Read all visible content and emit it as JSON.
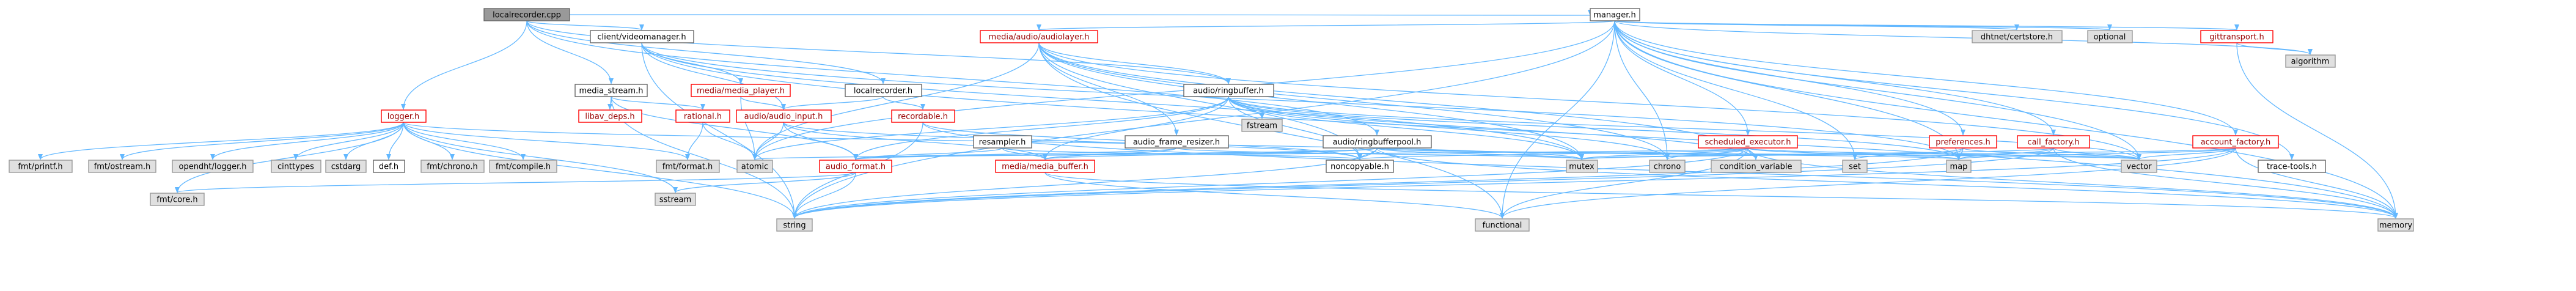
{
  "colors": {
    "root_fill": "#999999",
    "root_stroke": "#666666",
    "local_fill": "#ffffff",
    "local_stroke": "#ff0000",
    "plain_fill": "#ffffff",
    "plain_stroke": "#666666",
    "system_fill": "#e0e0e0",
    "system_stroke": "#999999",
    "edge": "#63b8ff",
    "text_main": "#000000",
    "text_local": "#990000"
  },
  "nodes": [
    {
      "id": "localrecorder_cpp",
      "label": "localrecorder.cpp",
      "kind": "root"
    },
    {
      "id": "manager_h",
      "label": "manager.h",
      "kind": "plain"
    },
    {
      "id": "media_audio_audiolayer_h",
      "label": "media/audio/audiolayer.h",
      "kind": "local"
    },
    {
      "id": "client_videomanager_h",
      "label": "client/videomanager.h",
      "kind": "plain"
    },
    {
      "id": "dhtnet_certstore_h",
      "label": "dhtnet/certstore.h",
      "kind": "system"
    },
    {
      "id": "optional",
      "label": "optional",
      "kind": "system"
    },
    {
      "id": "gittransport_h",
      "label": "gittransport.h",
      "kind": "local"
    },
    {
      "id": "algorithm",
      "label": "algorithm",
      "kind": "system"
    },
    {
      "id": "media_stream_h",
      "label": "media_stream.h",
      "kind": "plain"
    },
    {
      "id": "media_media_player_h",
      "label": "media/media_player.h",
      "kind": "local"
    },
    {
      "id": "localrecorder_h",
      "label": "localrecorder.h",
      "kind": "plain"
    },
    {
      "id": "audio_ringbuffer_h",
      "label": "audio/ringbuffer.h",
      "kind": "plain"
    },
    {
      "id": "logger_h",
      "label": "logger.h",
      "kind": "local"
    },
    {
      "id": "libav_deps_h",
      "label": "libav_deps.h",
      "kind": "local"
    },
    {
      "id": "rational_h",
      "label": "rational.h",
      "kind": "local"
    },
    {
      "id": "audio_audio_input_h",
      "label": "audio/audio_input.h",
      "kind": "local"
    },
    {
      "id": "recordable_h",
      "label": "recordable.h",
      "kind": "local"
    },
    {
      "id": "resampler_h",
      "label": "resampler.h",
      "kind": "plain"
    },
    {
      "id": "audio_frame_resizer_h",
      "label": "audio_frame_resizer.h",
      "kind": "plain"
    },
    {
      "id": "fstream",
      "label": "fstream",
      "kind": "system"
    },
    {
      "id": "audio_ringbufferpool_h",
      "label": "audio/ringbufferpool.h",
      "kind": "plain"
    },
    {
      "id": "scheduled_executor_h",
      "label": "scheduled_executor.h",
      "kind": "local"
    },
    {
      "id": "preferences_h",
      "label": "preferences.h",
      "kind": "local"
    },
    {
      "id": "call_factory_h",
      "label": "call_factory.h",
      "kind": "local"
    },
    {
      "id": "account_factory_h",
      "label": "account_factory.h",
      "kind": "local"
    },
    {
      "id": "fmt_printf_h",
      "label": "fmt/printf.h",
      "kind": "system"
    },
    {
      "id": "fmt_ostream_h",
      "label": "fmt/ostream.h",
      "kind": "system"
    },
    {
      "id": "opendht_logger_h",
      "label": "opendht/logger.h",
      "kind": "system"
    },
    {
      "id": "cinttypes",
      "label": "cinttypes",
      "kind": "system"
    },
    {
      "id": "cstdarg",
      "label": "cstdarg",
      "kind": "system"
    },
    {
      "id": "def_h",
      "label": "def.h",
      "kind": "plain"
    },
    {
      "id": "fmt_chrono_h",
      "label": "fmt/chrono.h",
      "kind": "system"
    },
    {
      "id": "fmt_compile_h",
      "label": "fmt/compile.h",
      "kind": "system"
    },
    {
      "id": "fmt_format_h",
      "label": "fmt/format.h",
      "kind": "system"
    },
    {
      "id": "atomic",
      "label": "atomic",
      "kind": "system"
    },
    {
      "id": "audio_format_h",
      "label": "audio_format.h",
      "kind": "local"
    },
    {
      "id": "media_media_buffer_h",
      "label": "media/media_buffer.h",
      "kind": "local"
    },
    {
      "id": "noncopyable_h",
      "label": "noncopyable.h",
      "kind": "plain"
    },
    {
      "id": "mutex",
      "label": "mutex",
      "kind": "system"
    },
    {
      "id": "chrono",
      "label": "chrono",
      "kind": "system"
    },
    {
      "id": "condition_variable",
      "label": "condition_variable",
      "kind": "system"
    },
    {
      "id": "set",
      "label": "set",
      "kind": "system"
    },
    {
      "id": "map",
      "label": "map",
      "kind": "system"
    },
    {
      "id": "vector",
      "label": "vector",
      "kind": "system"
    },
    {
      "id": "trace_tools_h",
      "label": "trace-tools.h",
      "kind": "plain"
    },
    {
      "id": "fmt_core_h",
      "label": "fmt/core.h",
      "kind": "system"
    },
    {
      "id": "sstream",
      "label": "sstream",
      "kind": "system"
    },
    {
      "id": "string",
      "label": "string",
      "kind": "system"
    },
    {
      "id": "functional",
      "label": "functional",
      "kind": "system"
    },
    {
      "id": "memory",
      "label": "memory",
      "kind": "system"
    }
  ],
  "edges": [
    [
      "localrecorder_cpp",
      "manager_h"
    ],
    [
      "localrecorder_cpp",
      "client_videomanager_h"
    ],
    [
      "localrecorder_cpp",
      "media_stream_h"
    ],
    [
      "localrecorder_cpp",
      "localrecorder_h"
    ],
    [
      "localrecorder_cpp",
      "audio_ringbuffer_h"
    ],
    [
      "localrecorder_cpp",
      "audio_ringbufferpool_h"
    ],
    [
      "localrecorder_cpp",
      "logger_h"
    ],
    [
      "manager_h",
      "media_audio_audiolayer_h"
    ],
    [
      "manager_h",
      "dhtnet_certstore_h"
    ],
    [
      "manager_h",
      "optional"
    ],
    [
      "manager_h",
      "gittransport_h"
    ],
    [
      "manager_h",
      "algorithm"
    ],
    [
      "manager_h",
      "scheduled_executor_h"
    ],
    [
      "manager_h",
      "preferences_h"
    ],
    [
      "manager_h",
      "call_factory_h"
    ],
    [
      "manager_h",
      "account_factory_h"
    ],
    [
      "manager_h",
      "trace_tools_h"
    ],
    [
      "manager_h",
      "atomic"
    ],
    [
      "manager_h",
      "map"
    ],
    [
      "manager_h",
      "vector"
    ],
    [
      "manager_h",
      "memory"
    ],
    [
      "manager_h",
      "functional"
    ],
    [
      "manager_h",
      "set"
    ],
    [
      "manager_h",
      "string"
    ],
    [
      "manager_h",
      "chrono"
    ],
    [
      "media_audio_audiolayer_h",
      "audio_ringbuffer_h"
    ],
    [
      "media_audio_audiolayer_h",
      "audio_frame_resizer_h"
    ],
    [
      "media_audio_audiolayer_h",
      "noncopyable_h"
    ],
    [
      "media_audio_audiolayer_h",
      "chrono"
    ],
    [
      "media_audio_audiolayer_h",
      "mutex"
    ],
    [
      "media_audio_audiolayer_h",
      "condition_variable"
    ],
    [
      "media_audio_audiolayer_h",
      "vector"
    ],
    [
      "media_audio_audiolayer_h",
      "atomic"
    ],
    [
      "media_audio_audiolayer_h",
      "functional"
    ],
    [
      "client_videomanager_h",
      "media_media_player_h"
    ],
    [
      "client_videomanager_h",
      "audio_audio_input_h"
    ],
    [
      "client_videomanager_h",
      "mutex"
    ],
    [
      "client_videomanager_h",
      "map"
    ],
    [
      "client_videomanager_h",
      "string"
    ],
    [
      "client_videomanager_h",
      "memory"
    ],
    [
      "gittransport_h",
      "algorithm"
    ],
    [
      "gittransport_h",
      "memory"
    ],
    [
      "media_stream_h",
      "libav_deps_h"
    ],
    [
      "media_stream_h",
      "rational_h"
    ],
    [
      "media_stream_h",
      "audio_format_h"
    ],
    [
      "media_stream_h",
      "string"
    ],
    [
      "media_media_player_h",
      "audio_audio_input_h"
    ],
    [
      "media_media_player_h",
      "atomic"
    ],
    [
      "localrecorder_h",
      "recordable_h"
    ],
    [
      "localrecorder_h",
      "audio_audio_input_h"
    ],
    [
      "audio_ringbuffer_h",
      "audio_format_h"
    ],
    [
      "audio_ringbuffer_h",
      "media_media_buffer_h"
    ],
    [
      "audio_ringbuffer_h",
      "noncopyable_h"
    ],
    [
      "audio_ringbuffer_h",
      "chrono"
    ],
    [
      "audio_ringbuffer_h",
      "mutex"
    ],
    [
      "audio_ringbuffer_h",
      "condition_variable"
    ],
    [
      "audio_ringbuffer_h",
      "map"
    ],
    [
      "audio_ringbuffer_h",
      "vector"
    ],
    [
      "audio_ringbuffer_h",
      "fstream"
    ],
    [
      "audio_ringbuffer_h",
      "atomic"
    ],
    [
      "logger_h",
      "fmt_printf_h"
    ],
    [
      "logger_h",
      "fmt_ostream_h"
    ],
    [
      "logger_h",
      "opendht_logger_h"
    ],
    [
      "logger_h",
      "cinttypes"
    ],
    [
      "logger_h",
      "cstdarg"
    ],
    [
      "logger_h",
      "def_h"
    ],
    [
      "logger_h",
      "fmt_chrono_h"
    ],
    [
      "logger_h",
      "fmt_compile_h"
    ],
    [
      "logger_h",
      "fmt_format_h"
    ],
    [
      "logger_h",
      "fmt_core_h"
    ],
    [
      "logger_h",
      "sstream"
    ],
    [
      "logger_h",
      "string"
    ],
    [
      "logger_h",
      "mutex"
    ],
    [
      "rational_h",
      "fmt_format_h"
    ],
    [
      "rational_h",
      "atomic"
    ],
    [
      "audio_audio_input_h",
      "audio_format_h"
    ],
    [
      "audio_audio_input_h",
      "media_media_buffer_h"
    ],
    [
      "audio_audio_input_h",
      "noncopyable_h"
    ],
    [
      "audio_audio_input_h",
      "atomic"
    ],
    [
      "recordable_h",
      "noncopyable_h"
    ],
    [
      "recordable_h",
      "string"
    ],
    [
      "recordable_h",
      "memory"
    ],
    [
      "resampler_h",
      "audio_format_h"
    ],
    [
      "resampler_h",
      "media_media_buffer_h"
    ],
    [
      "resampler_h",
      "noncopyable_h"
    ],
    [
      "audio_frame_resizer_h",
      "audio_format_h"
    ],
    [
      "audio_frame_resizer_h",
      "media_media_buffer_h"
    ],
    [
      "audio_frame_resizer_h",
      "mutex"
    ],
    [
      "audio_ringbufferpool_h",
      "audio_format_h"
    ],
    [
      "audio_ringbufferpool_h",
      "media_media_buffer_h"
    ],
    [
      "audio_ringbufferpool_h",
      "noncopyable_h"
    ],
    [
      "audio_ringbufferpool_h",
      "mutex"
    ],
    [
      "audio_ringbufferpool_h",
      "map"
    ],
    [
      "audio_ringbufferpool_h",
      "vector"
    ],
    [
      "audio_ringbufferpool_h",
      "string"
    ],
    [
      "audio_ringbufferpool_h",
      "memory"
    ],
    [
      "scheduled_executor_h",
      "noncopyable_h"
    ],
    [
      "scheduled_executor_h",
      "mutex"
    ],
    [
      "scheduled_executor_h",
      "chrono"
    ],
    [
      "scheduled_executor_h",
      "condition_variable"
    ],
    [
      "scheduled_executor_h",
      "map"
    ],
    [
      "scheduled_executor_h",
      "vector"
    ],
    [
      "scheduled_executor_h",
      "functional"
    ],
    [
      "scheduled_executor_h",
      "memory"
    ],
    [
      "scheduled_executor_h",
      "string"
    ],
    [
      "scheduled_executor_h",
      "atomic"
    ],
    [
      "preferences_h",
      "map"
    ],
    [
      "preferences_h",
      "set"
    ],
    [
      "preferences_h",
      "string"
    ],
    [
      "preferences_h",
      "vector"
    ],
    [
      "call_factory_h",
      "map"
    ],
    [
      "call_factory_h",
      "memory"
    ],
    [
      "call_factory_h",
      "mutex"
    ],
    [
      "call_factory_h",
      "vector"
    ],
    [
      "call_factory_h",
      "string"
    ],
    [
      "account_factory_h",
      "map"
    ],
    [
      "account_factory_h",
      "memory"
    ],
    [
      "account_factory_h",
      "mutex"
    ],
    [
      "account_factory_h",
      "vector"
    ],
    [
      "account_factory_h",
      "functional"
    ],
    [
      "account_factory_h",
      "string"
    ],
    [
      "audio_format_h",
      "fmt_core_h"
    ],
    [
      "audio_format_h",
      "sstream"
    ],
    [
      "audio_format_h",
      "string"
    ],
    [
      "media_media_buffer_h",
      "functional"
    ],
    [
      "media_media_buffer_h",
      "memory"
    ]
  ]
}
